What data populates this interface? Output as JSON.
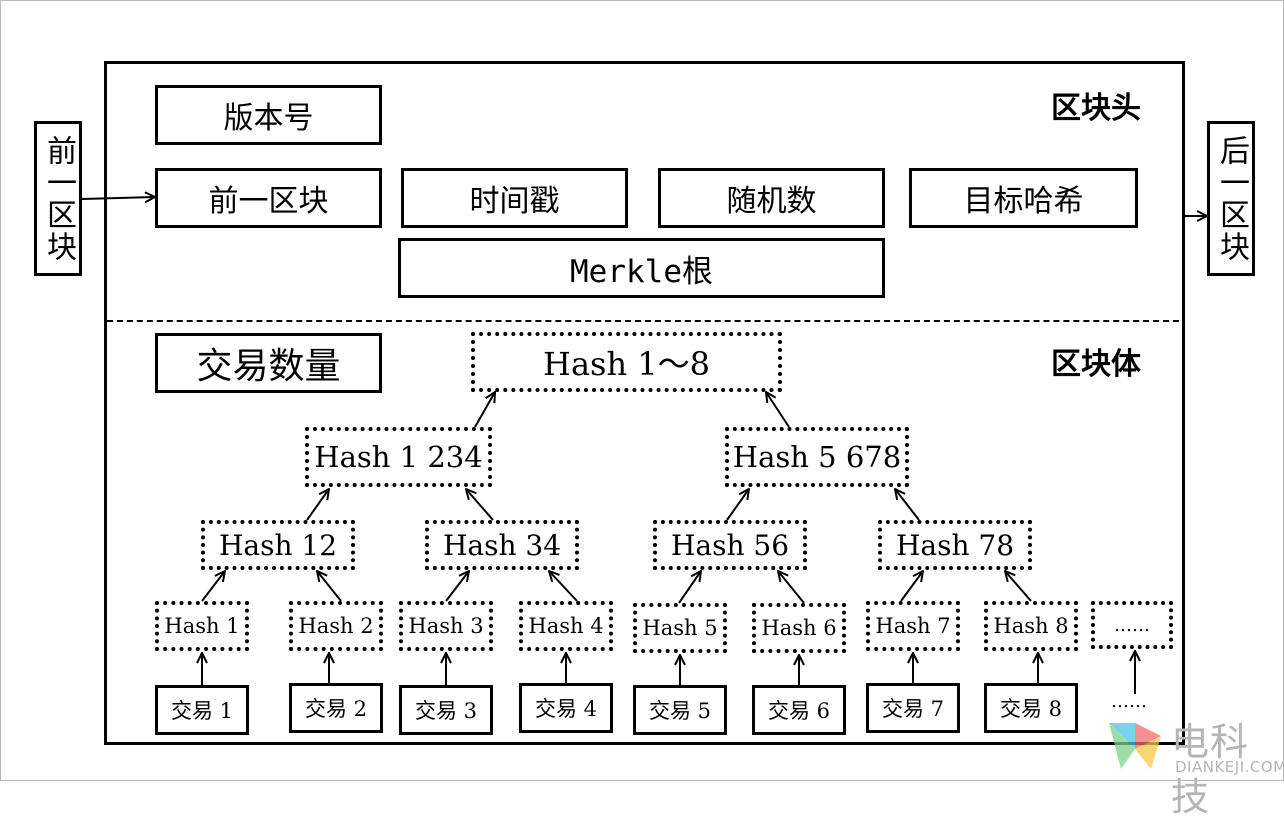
{
  "header_section": {
    "label": "区块头",
    "version": "版本号",
    "prev_block_hash": "前一区块",
    "timestamp": "时间戳",
    "nonce": "随机数",
    "target_hash": "目标哈希",
    "merkle_root": "Merkle根"
  },
  "body_section": {
    "label": "区块体",
    "tx_count": "交易数量",
    "root_hash": "Hash 1～8",
    "level2": [
      "Hash 1 234",
      "Hash 5 678"
    ],
    "level3": [
      "Hash 12",
      "Hash 34",
      "Hash 56",
      "Hash 78"
    ],
    "leaf_hashes": [
      "Hash 1",
      "Hash 2",
      "Hash 3",
      "Hash 4",
      "Hash 5",
      "Hash 6",
      "Hash 7",
      "Hash 8",
      "……"
    ],
    "transactions": [
      "交易 1",
      "交易 2",
      "交易 3",
      "交易 4",
      "交易 5",
      "交易 6",
      "交易 7",
      "交易 8",
      "……"
    ]
  },
  "prev_block": "前一区块",
  "next_block": "后一区块",
  "watermark": {
    "name": "电科技",
    "domain": "DIANKEJI.COM",
    "colors": [
      "#4fc3e8",
      "#f36b6b",
      "#f7c948",
      "#7ed18b"
    ]
  }
}
